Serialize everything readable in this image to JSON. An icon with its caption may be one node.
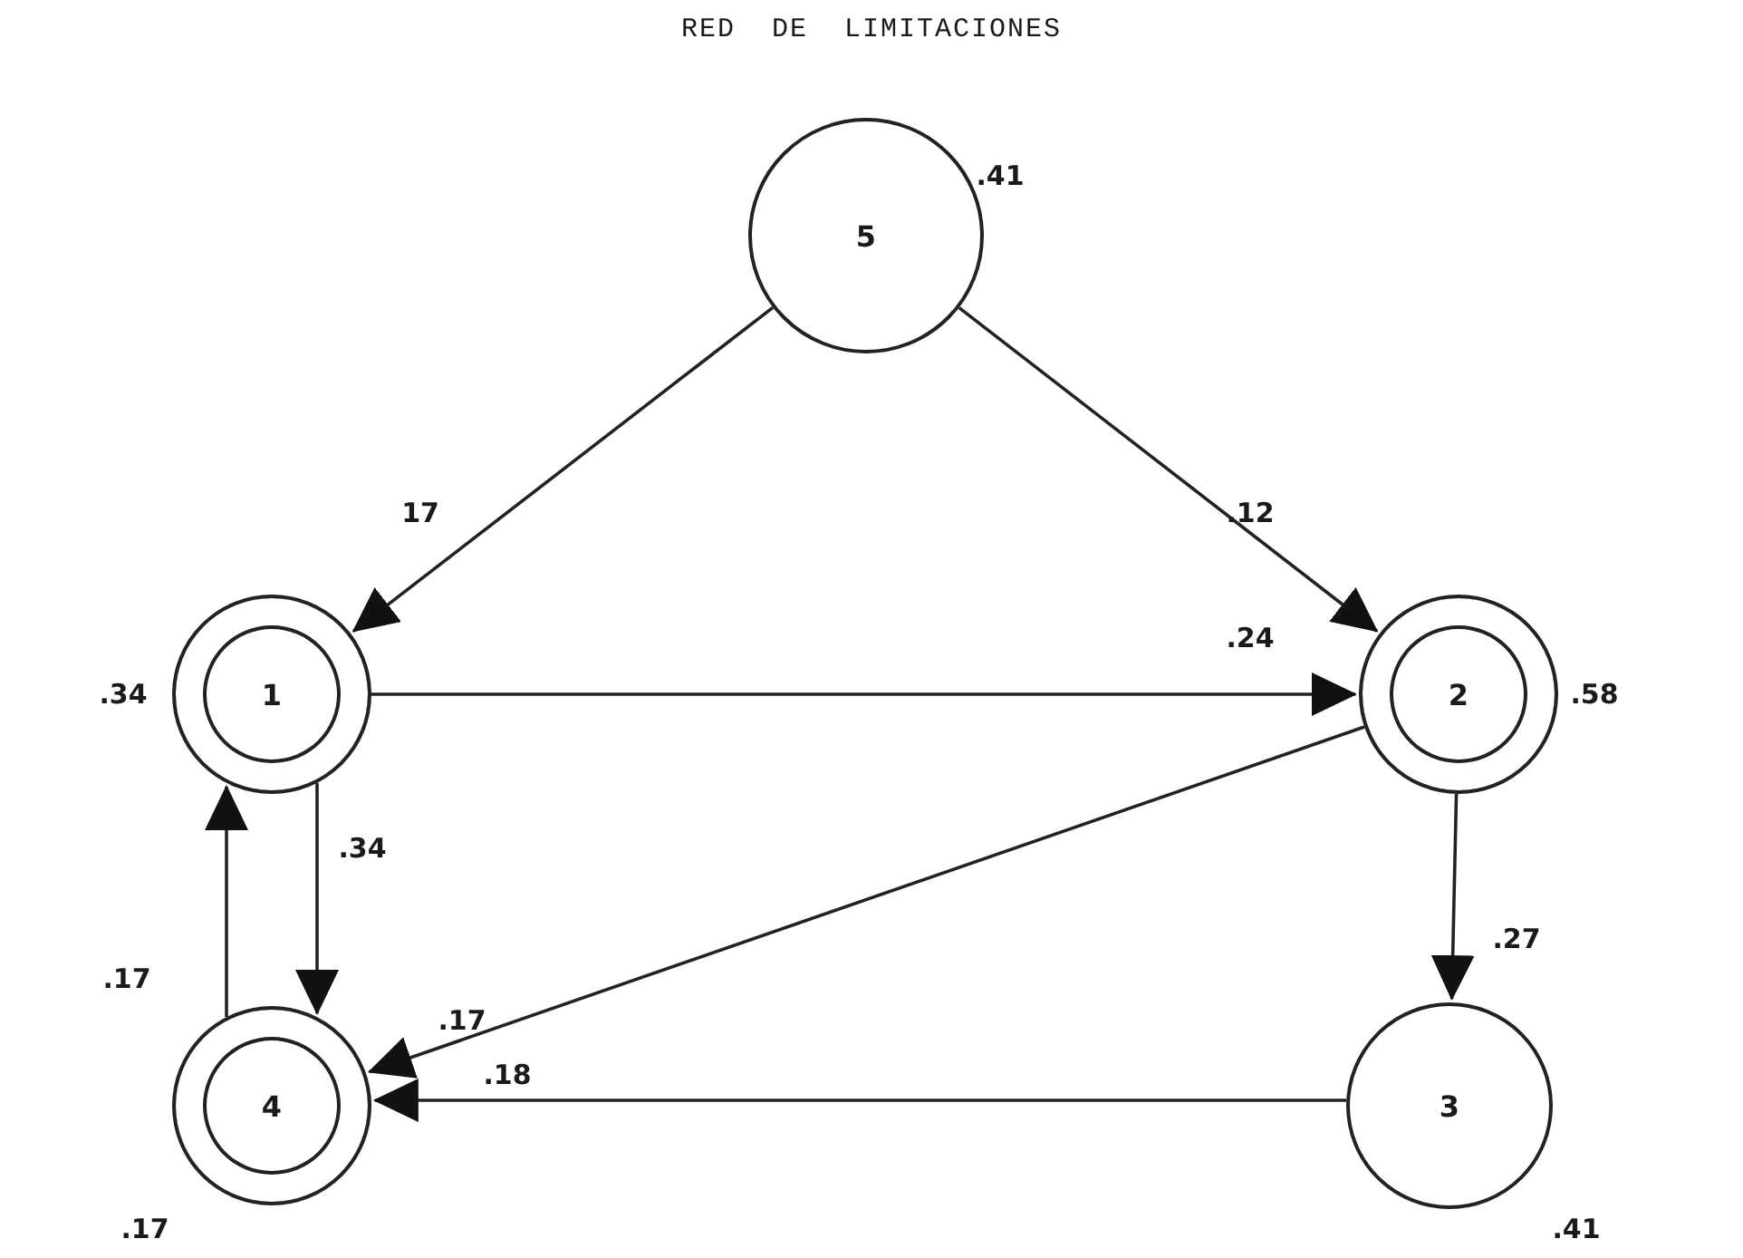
{
  "diagram": {
    "title": "RED DE LIMITACIONES",
    "nodes": [
      {
        "text": [
          "5"
        ],
        "beside": [
          ".41"
        ]
      },
      {
        "text": [
          "1"
        ],
        "beside": [
          ".34"
        ]
      },
      {
        "text": [
          "2"
        ],
        "beside": [
          ".58"
        ]
      },
      {
        "text": [
          "4"
        ],
        "beside": [
          ".17"
        ]
      },
      {
        "text": [
          "3"
        ],
        "beside": [
          ".41"
        ]
      }
    ],
    "edges": [
      {
        "from": 0,
        "to": 1,
        "arrow": "to",
        "label": "17"
      },
      {
        "from": 0,
        "to": 2,
        "arrow": "to",
        "label": ".12"
      },
      {
        "from": 1,
        "to": 2,
        "arrow": "to",
        "label": ".24"
      },
      {
        "from": 1,
        "to": 3,
        "arrow": "to",
        "label": ".34"
      },
      {
        "from": 3,
        "to": 1,
        "arrow": "to",
        "label": ".17"
      },
      {
        "from": 2,
        "to": 3,
        "arrow": "to",
        "label": ".17"
      },
      {
        "from": 2,
        "to": 4,
        "arrow": "to",
        "label": ".27"
      },
      {
        "from": 4,
        "to": 3,
        "arrow": "to",
        "label": ".18"
      }
    ]
  }
}
